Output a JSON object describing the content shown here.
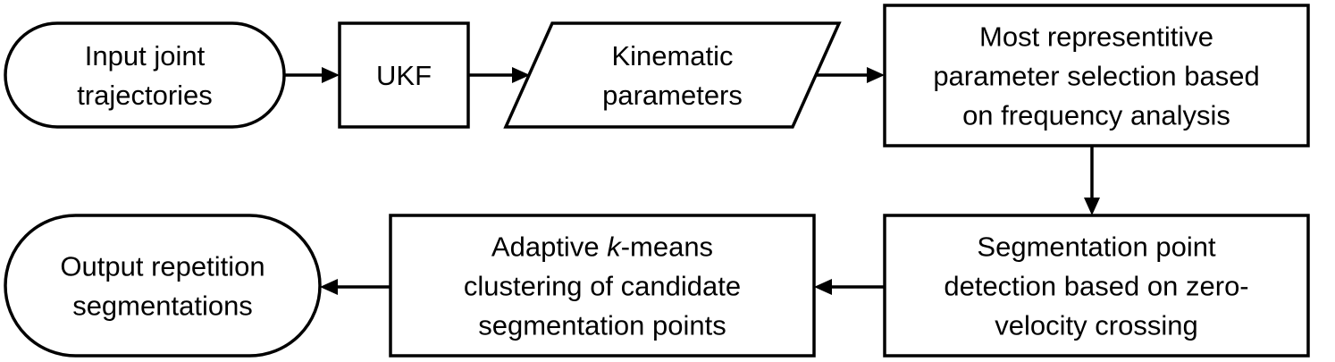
{
  "diagram": {
    "nodes": [
      {
        "id": "input",
        "shape": "terminal",
        "lines": [
          "Input joint",
          "trajectories"
        ]
      },
      {
        "id": "ukf",
        "shape": "process",
        "lines": [
          "UKF"
        ]
      },
      {
        "id": "kinematic",
        "shape": "data",
        "lines": [
          "Kinematic",
          "parameters"
        ]
      },
      {
        "id": "selection",
        "shape": "process",
        "lines": [
          "Most representitive",
          "parameter selection based",
          "on frequency analysis"
        ]
      },
      {
        "id": "segdetect",
        "shape": "process",
        "lines": [
          "Segmentation point",
          "detection based on zero-",
          "velocity crossing"
        ]
      },
      {
        "id": "kmeans",
        "shape": "process",
        "lines": [
          "Adaptive k-means",
          "clustering of candidate",
          "segmentation points"
        ]
      },
      {
        "id": "output",
        "shape": "terminal",
        "lines": [
          "Output repetition",
          "segmentations"
        ]
      }
    ],
    "edges": [
      {
        "from": "input",
        "to": "ukf"
      },
      {
        "from": "ukf",
        "to": "kinematic"
      },
      {
        "from": "kinematic",
        "to": "selection"
      },
      {
        "from": "selection",
        "to": "segdetect"
      },
      {
        "from": "segdetect",
        "to": "kmeans"
      },
      {
        "from": "kmeans",
        "to": "output"
      }
    ],
    "italic_terms": [
      "k"
    ]
  }
}
